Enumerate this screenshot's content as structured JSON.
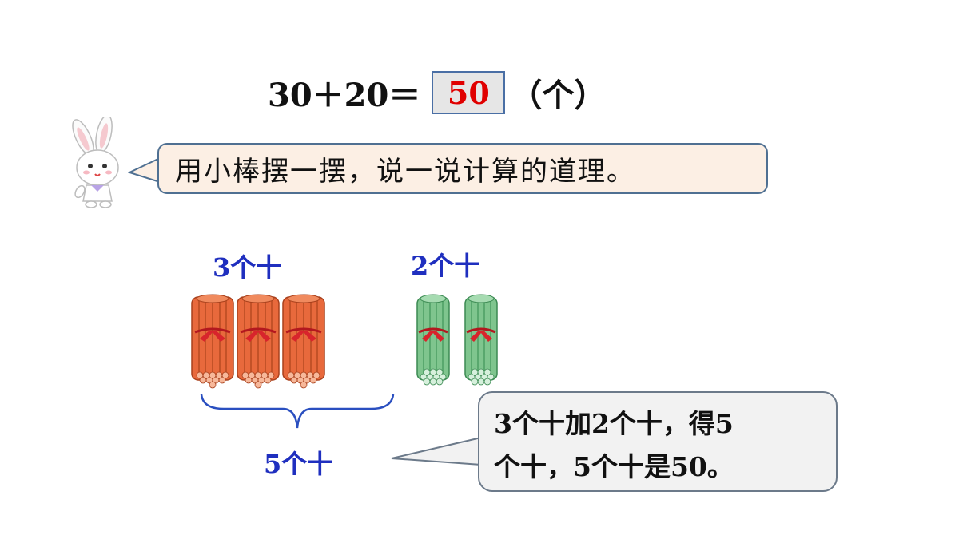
{
  "equation": {
    "left": "30＋20＝",
    "answer": "50",
    "unit": "（个）"
  },
  "prompt": {
    "text": "用小棒摆一摆，说一说计算的道理。"
  },
  "groups": {
    "left_label": "3个十",
    "right_label": "2个十",
    "total_label": "5个十"
  },
  "speech": {
    "line1": "3个十加2个十，得5",
    "line2": "个十，5个十是50。"
  },
  "colors": {
    "answer": "#e00000",
    "label": "#1f2fbf",
    "red_sticks": "#e8693c",
    "green_sticks": "#7fc58e"
  }
}
